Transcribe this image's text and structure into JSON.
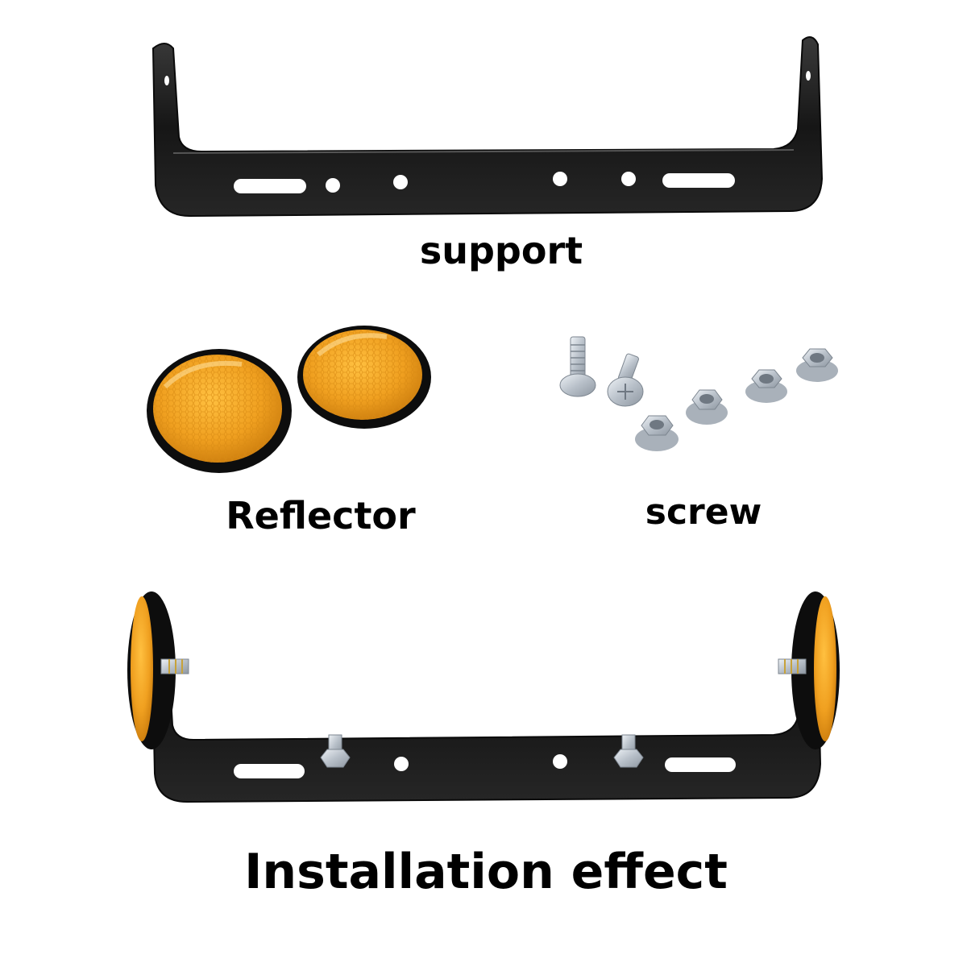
{
  "captions": {
    "support": "support",
    "reflector": "Reflector",
    "screw": "screw",
    "installation": "Installation effect"
  },
  "colors": {
    "background": "#ffffff",
    "bracket": "#1c1c1c",
    "reflector_amber": "#f2a21a",
    "reflector_rim": "#111111",
    "zinc_hardware": "#c9cfd6"
  },
  "items": [
    {
      "name": "support",
      "icon": "black-steel-bracket"
    },
    {
      "name": "reflector",
      "icon": "round-amber-reflector",
      "count": 2
    },
    {
      "name": "screw",
      "icon": "bolt-and-flange-nut",
      "bolts": 2,
      "nuts": 4
    }
  ]
}
